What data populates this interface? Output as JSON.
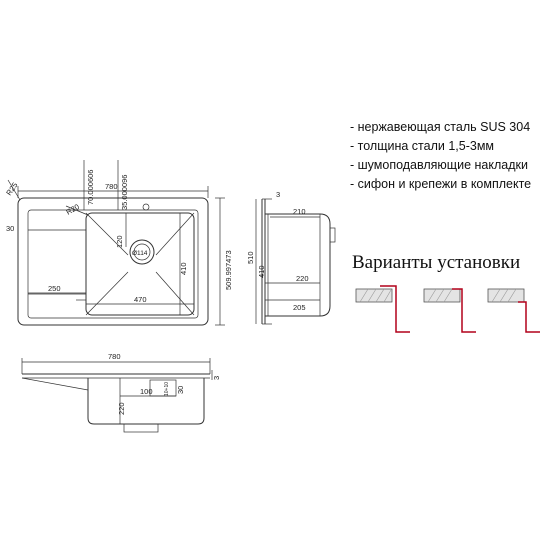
{
  "specs": [
    "- нержавеющая сталь SUS 304",
    "- толщина стали 1,5-3мм",
    "- шумоподавляющие накладки",
    "- сифон и крепежи в комплекте"
  ],
  "variants_title": "Варианты установки",
  "top_view": {
    "width_label": "780",
    "offset_label": "70.000606",
    "offset2_label": "35.000096",
    "corner_radius_outer": "R25",
    "corner_radius_inner": "R20",
    "left_margin": "30",
    "drain_offset": "120",
    "drain_diameter": "Ø114",
    "drainboard_width": "250",
    "bowl_width": "470",
    "bowl_depth": "410",
    "total_depth": "509.997473"
  },
  "side_view": {
    "thickness": "3",
    "top_depth": "210",
    "total_depth": "510",
    "inner_depth": "410",
    "bowl_depth_upper": "220",
    "bowl_depth_lower": "205"
  },
  "front_view": {
    "width_label": "780",
    "edge_height": "3",
    "depth_label": "220",
    "drain_offset": "100",
    "drain_small_1": "10+10",
    "drain_small_2": "30"
  }
}
